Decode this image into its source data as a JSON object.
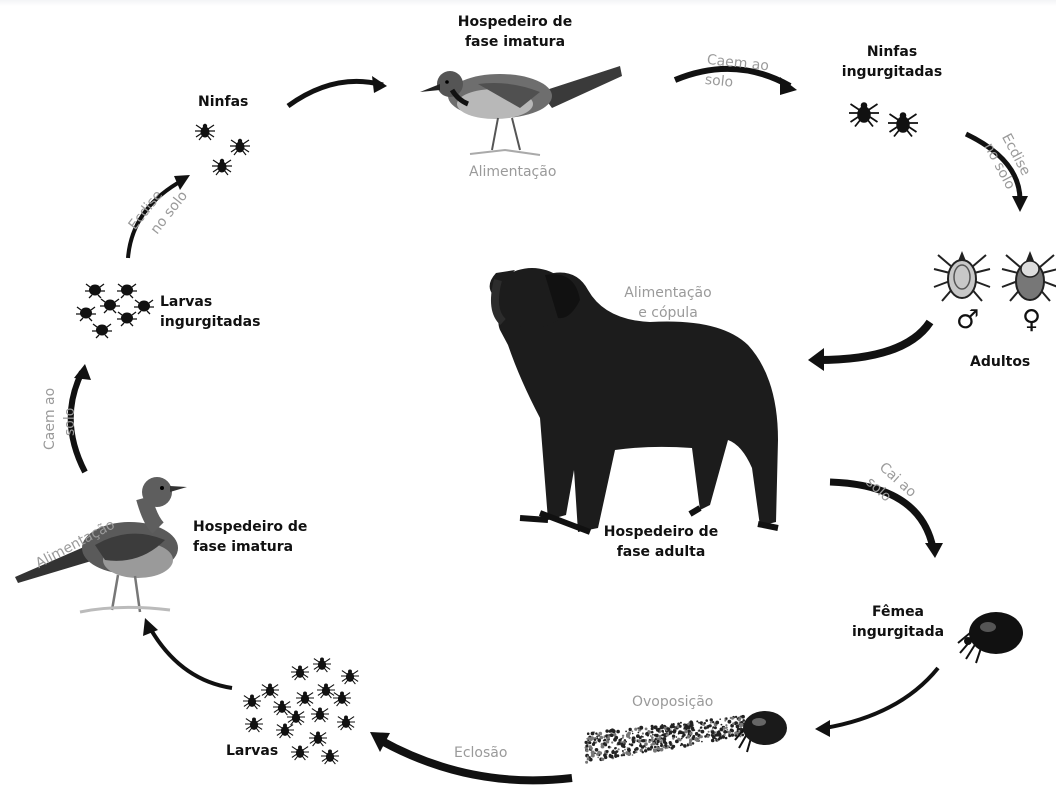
{
  "stages": {
    "host_immature_top": [
      "Hospedeiro de",
      "fase imatura"
    ],
    "engorged_nymphs": [
      "Ninfas",
      "ingurgitadas"
    ],
    "nymphs": "Ninfas",
    "engorged_larvae": [
      "Larvas",
      "ingurgitadas"
    ],
    "adults": "Adultos",
    "male_symbol": "♂",
    "female_symbol": "♀",
    "host_adult": [
      "Hospedeiro de",
      "fase adulta"
    ],
    "host_immature_left": [
      "Hospedeiro de",
      "fase imatura"
    ],
    "engorged_female": [
      "Fêmea",
      "ingurgitada"
    ],
    "larvae": "Larvas"
  },
  "processes": {
    "feeding_top": "Alimentação",
    "fall_top": [
      "Caem ao",
      "solo"
    ],
    "molt_right": [
      "Ecdise",
      "no solo"
    ],
    "molt_left": [
      "Ecdise",
      "no solo"
    ],
    "feeding_mating": [
      "Alimentação",
      "e cópula"
    ],
    "fall_left": [
      "Caem ao",
      "solo"
    ],
    "feeding_left": "Alimentação",
    "falls_right": [
      "Cai ao",
      "solo"
    ],
    "oviposition": "Ovoposição",
    "hatching": "Eclosão"
  },
  "colors": {
    "text": "#111111",
    "process_text": "#9a9a9a",
    "arrow": "#111111",
    "background": "#ffffff"
  }
}
